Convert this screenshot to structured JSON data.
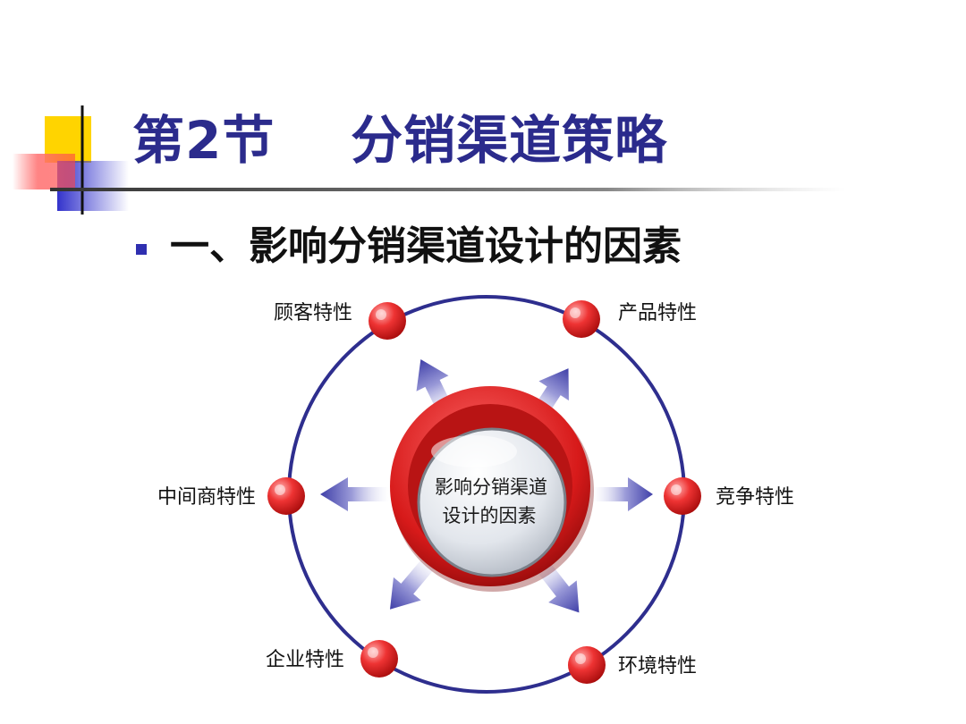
{
  "title": "第2节    分销渠道策略",
  "bullet": "一、影响分销渠道设计的因素",
  "diagram": {
    "center_line1": "影响分销渠道",
    "center_line2": "设计的因素",
    "nodes": {
      "customer": "顾客特性",
      "product": "产品特性",
      "intermediary": "中间商特性",
      "competition": "竞争特性",
      "enterprise": "企业特性",
      "environment": "环境特性"
    }
  },
  "colors": {
    "title": "#2B2B8C",
    "accent_yellow": "#FFD400",
    "accent_blue": "#3333CC",
    "accent_red": "#E83B3B",
    "ring": "#2E2E8E"
  }
}
